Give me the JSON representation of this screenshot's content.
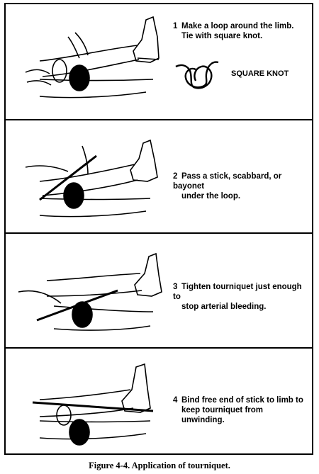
{
  "steps": [
    {
      "number": "1",
      "line1": "Make a loop around the limb.",
      "line2": "Tie with square knot."
    },
    {
      "number": "2",
      "line1": "Pass a stick, scabbard, or bayonet",
      "line2": "under the loop."
    },
    {
      "number": "3",
      "line1": "Tighten tourniquet just enough to",
      "line2": "stop arterial bleeding."
    },
    {
      "number": "4",
      "line1": "Bind free end of stick to limb to",
      "line2": "keep tourniquet from unwinding."
    }
  ],
  "knot_label": "SQUARE KNOT",
  "caption": "Figure 4-4. Application of tourniquet."
}
